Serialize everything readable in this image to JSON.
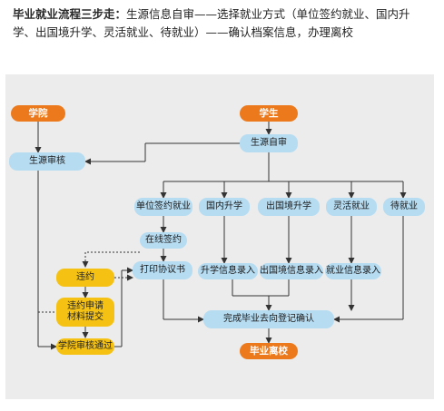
{
  "heading": {
    "lead": "毕业就业流程三步走：",
    "text": "生源信息自审——选择就业方式（单位签约就业、国内升学、出国境升学、灵活就业、待就业）——确认档案信息，办理离校"
  },
  "nodes": {
    "xueyuan": "学院",
    "xuesheng": "学生",
    "shengyuan_zishen": "生源自审",
    "shengyuan_shenhe": "生源审核",
    "danwei_qianyue": "单位签约就业",
    "guonei_shengxue": "国内升学",
    "chuguojing_shengxue": "出国境升学",
    "linghuo_jiuye": "灵活就业",
    "dai_jiuye": "待就业",
    "zaixian_qianyue": "在线签约",
    "weiyue": "违约",
    "weiyue_shenqing_1": "违约申请",
    "weiyue_shenqing_2": "材料提交",
    "dayin_xieyishu": "打印协议书",
    "shengxue_luru": "升学信息录入",
    "chuguojing_luru": "出国境信息录入",
    "jiuye_luru": "就业信息录入",
    "xueyuan_tongguo": "学院审核通过",
    "wancheng_dengji": "完成毕业去向登记确认",
    "biye_lixiao": "毕业离校"
  },
  "colors": {
    "start": "#ec7a1d",
    "process": "#b6dcf2",
    "breach": "#f5c213",
    "panel": "#ececec",
    "line": "#333333"
  }
}
